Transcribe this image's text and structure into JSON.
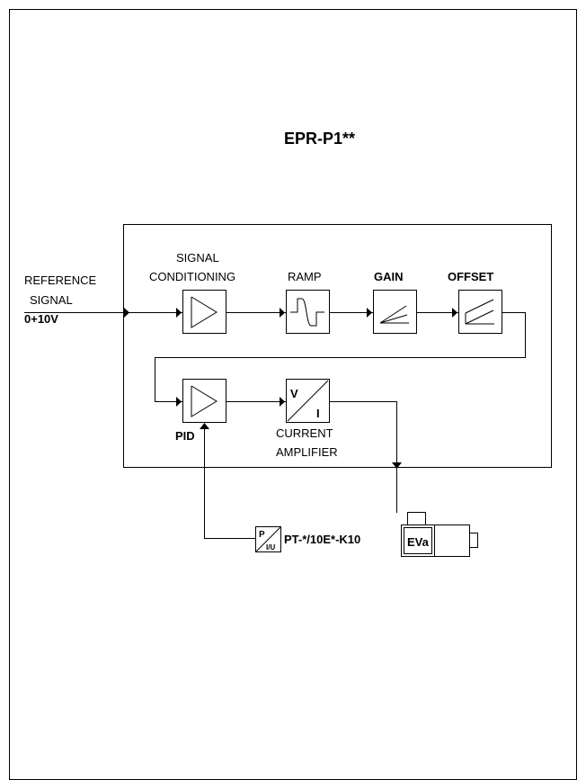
{
  "title": "EPR-P1**",
  "input": {
    "line1": "REFERENCE",
    "line2": "SIGNAL",
    "range": "0+10V"
  },
  "blocks": {
    "signal_conditioning": {
      "line1": "SIGNAL",
      "line2": "CONDITIONING"
    },
    "ramp": {
      "label": "RAMP"
    },
    "gain": {
      "label": "GAIN"
    },
    "offset": {
      "label": "OFFSET"
    },
    "pid": {
      "label": "PID"
    },
    "current_amplifier": {
      "line1": "CURRENT",
      "line2": "AMPLIFIER",
      "symbol_top": "V",
      "symbol_bottom": "I"
    }
  },
  "transducer": {
    "symbol_top": "P",
    "symbol_bottom": "I/U",
    "label": "PT-*/10E*-K10"
  },
  "valve": {
    "label": "EVa"
  }
}
